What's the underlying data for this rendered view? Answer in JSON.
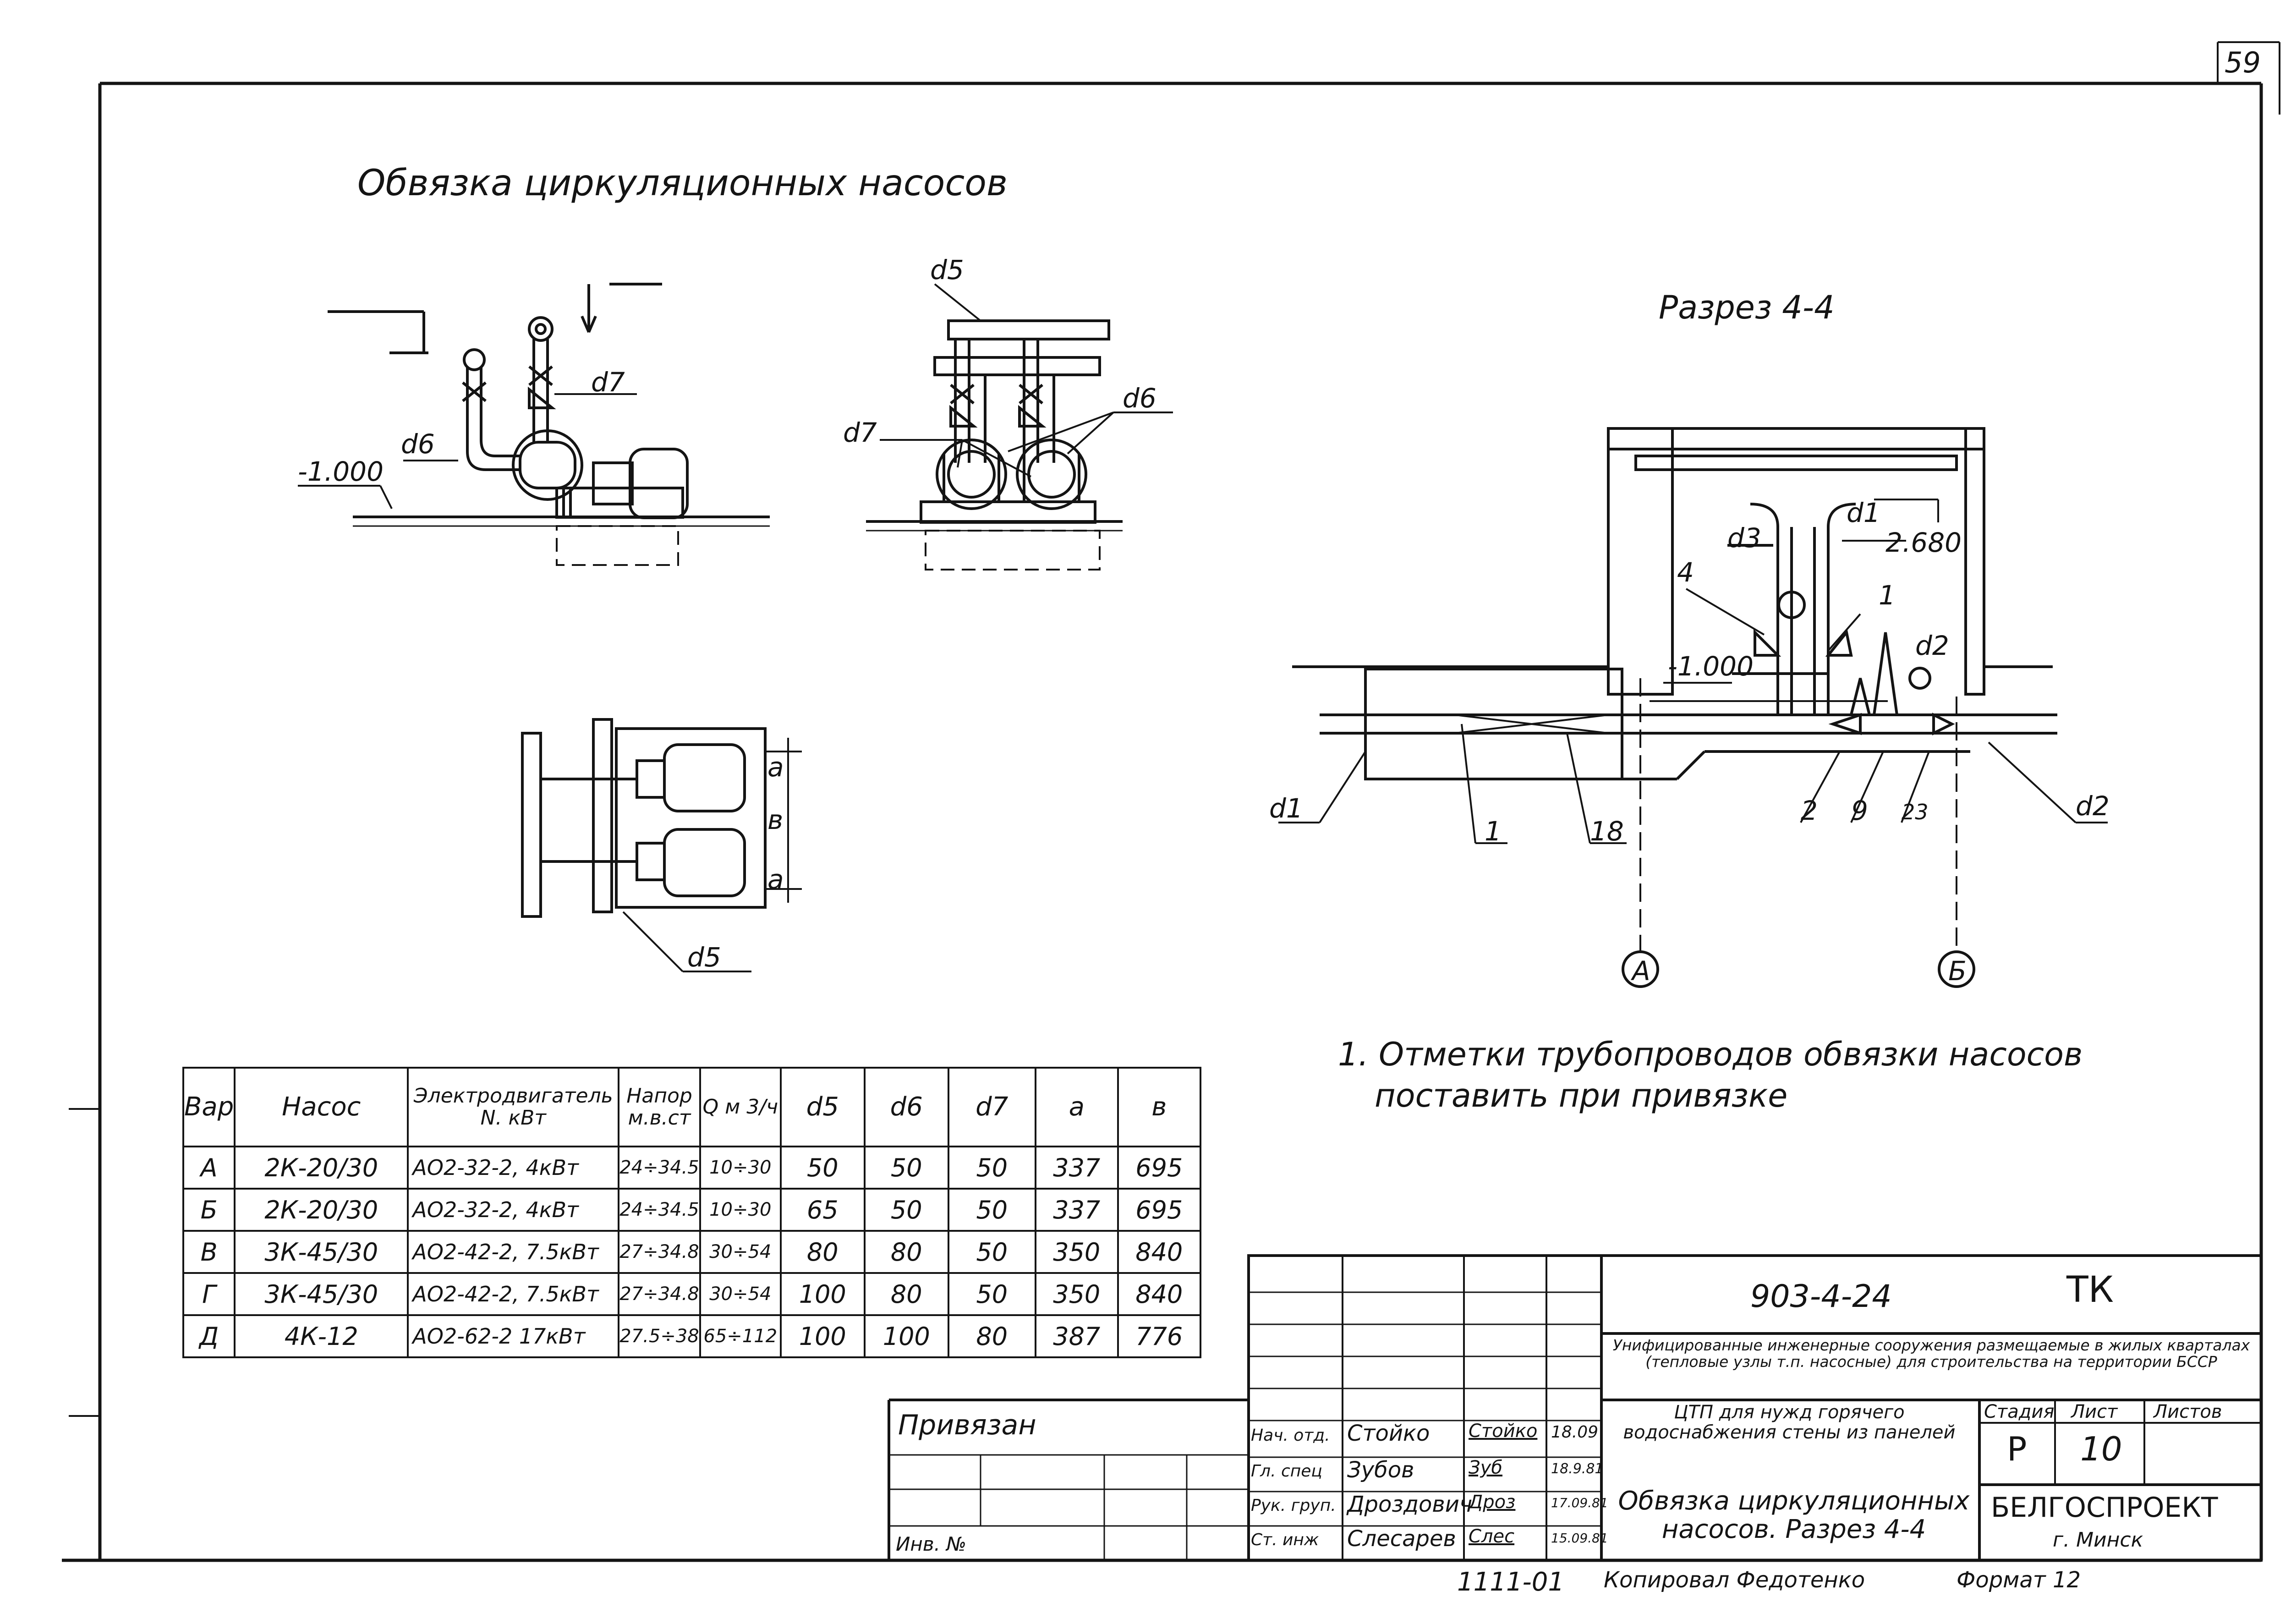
{
  "page_number": "59",
  "main_title": "Обвязка циркуляционных насосов",
  "section_title": "Разрез 4-4",
  "labels": {
    "d5": "d5",
    "d6": "d6",
    "d7": "d7",
    "d1": "d1",
    "d2": "d2",
    "d3": "d3",
    "mark_minus_1000": "-1.000",
    "mark_2680": "2.680",
    "pos_1": "1",
    "pos_2": "2",
    "pos_4": "4",
    "pos_9": "9",
    "pos_18": "18",
    "pos_23": "23",
    "axis_a": "А",
    "axis_b": "Б",
    "dim_a": "а",
    "dim_b": "в"
  },
  "note": {
    "line1": "1. Отметки трубопроводов обвязки насосов",
    "line2": "поставить при привязке"
  },
  "spec_table": {
    "headers": [
      "Вар",
      "Насос",
      "Электродвигатель N. кВт",
      "Напор м.в.ст",
      "Q м 3/ч",
      "d5",
      "d6",
      "d7",
      "а",
      "в"
    ],
    "rows": [
      [
        "А",
        "2К-20/30",
        "АО2-32-2, 4кВт",
        "24÷34.5",
        "10÷30",
        "50",
        "50",
        "50",
        "337",
        "695"
      ],
      [
        "Б",
        "2К-20/30",
        "АО2-32-2, 4кВт",
        "24÷34.5",
        "10÷30",
        "65",
        "50",
        "50",
        "337",
        "695"
      ],
      [
        "В",
        "3К-45/30",
        "АО2-42-2, 7.5кВт",
        "27÷34.8",
        "30÷54",
        "80",
        "80",
        "50",
        "350",
        "840"
      ],
      [
        "Г",
        "3К-45/30",
        "АО2-42-2, 7.5кВт",
        "27÷34.8",
        "30÷54",
        "100",
        "80",
        "50",
        "350",
        "840"
      ],
      [
        "Д",
        "4К-12",
        "АО2-62-2 17кВт",
        "27.5÷38",
        "65÷112",
        "100",
        "100",
        "80",
        "387",
        "776"
      ]
    ]
  },
  "binding_block": {
    "label": "Привязан",
    "inv_label": "Инв. №"
  },
  "title_block": {
    "doc_code": "903-4-24",
    "section_code": "ТК",
    "project_desc": "Унифицированные инженерные сооружения размещаемые в жилых кварталах (тепловые узлы т.п. насосные) для строительства на территории БССР",
    "sheet_desc": "ЦТП для нужд горячего водоснабжения стены из панелей",
    "drawing_name": "Обвязка циркуляционных насосов. Разрез 4-4",
    "organization": "БЕЛГОСПРОЕКТ",
    "city": "г. Минск",
    "stage_label": "Стадия",
    "sheet_label": "Лист",
    "sheets_label": "Листов",
    "stage": "Р",
    "sheet": "10",
    "signers": [
      {
        "role": "Нач. отд.",
        "name": "Стойко",
        "signature": "Стойко",
        "date": "18.09"
      },
      {
        "role": "Гл. спец",
        "name": "Зубов",
        "signature": "Зуб",
        "date": "18.9.81"
      },
      {
        "role": "Рук. груп.",
        "name": "Дроздович",
        "signature": "Дроз",
        "date": "17.09.81"
      },
      {
        "role": "Ст. инж",
        "name": "Слесарев",
        "signature": "Слес",
        "date": "15.09.81"
      }
    ],
    "footer_code": "1111-01",
    "copied_by": "Копировал Федотенко",
    "format": "Формат 12"
  }
}
